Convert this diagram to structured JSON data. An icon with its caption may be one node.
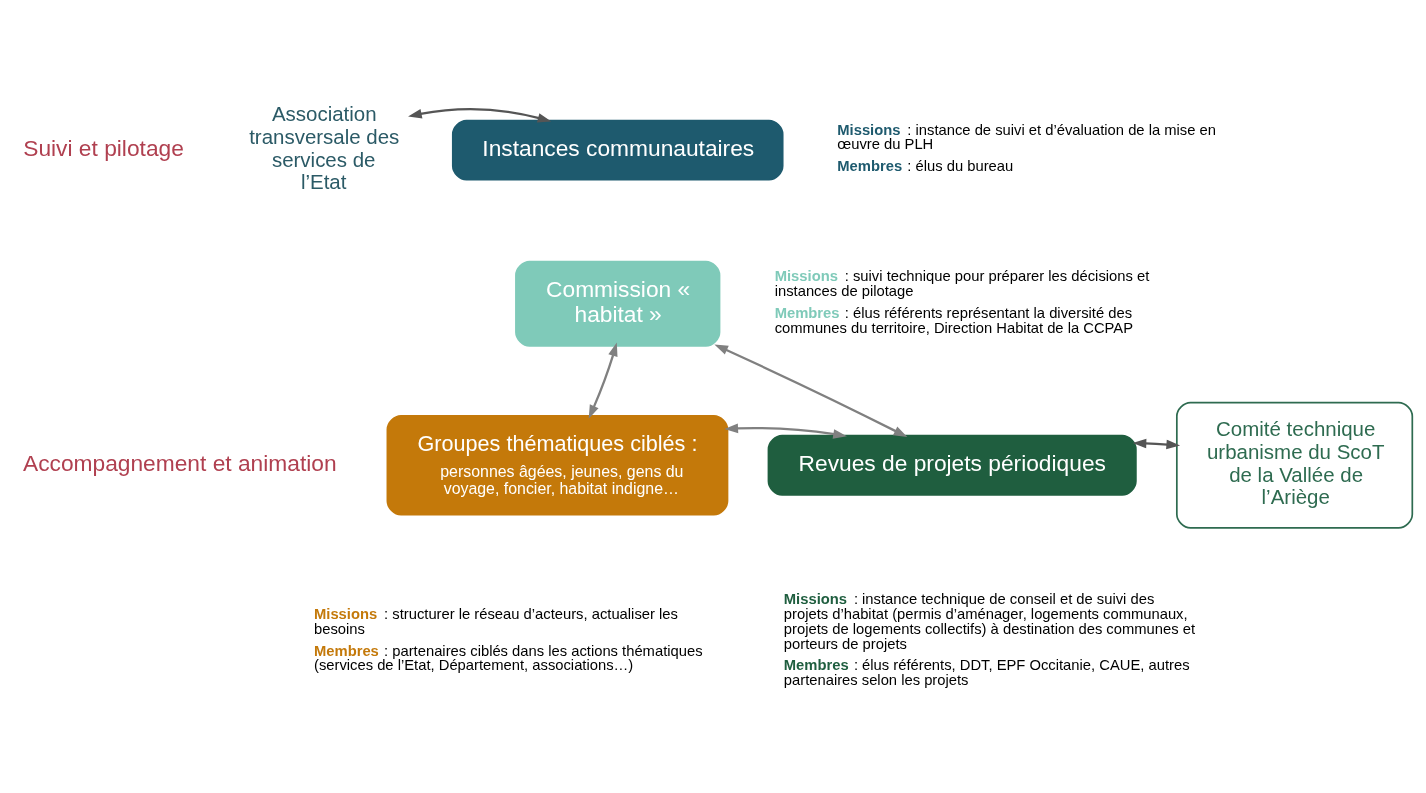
{
  "diagram": {
    "nodes": [
      {
        "text": [
          "Association transversale des services de l’Etat"
        ]
      },
      {
        "text": [
          "Instances communautaires"
        ],
        "beside": [
          "**Missions** : instance de suivi et d’évaluation de la mise en œuvre du PLH",
          "**Membres** : élus du bureau"
        ]
      },
      {
        "text": [
          "Commission « habitat »"
        ],
        "beside": [
          "**Missions** : suivi technique pour préparer les décisions et instances de pilotage",
          "**Membres** : élus référents représentant la diversité des communes du territoire, Direction Habitat de la CCPAP"
        ]
      },
      {
        "text": [
          "Groupes thématiques ciblés :",
          "personnes âgées, jeunes, gens du voyage, foncier, habitat indigne…"
        ],
        "beside": [
          "**Missions** : structurer le réseau d’acteurs, actualiser les besoins",
          "**Membres** : partenaires ciblés dans les actions thématiques (services de l’Etat, Département, associations…)"
        ]
      },
      {
        "text": [
          "Revues de projets périodiques"
        ],
        "beside": [
          "**Missions** : instance technique de conseil et de suivi des projets d’habitat (permis d’aménager, logements communaux, projets de logements collectifs) à destination des communes et porteurs de projets",
          "**Membres** : élus référents, DDT, EPF Occitanie, CAUE, autres partenaires selon les projets"
        ]
      },
      {
        "text": [
          "Comité technique urbanisme du ScoT de la Vallée de l’Ariège"
        ]
      }
    ],
    "edges": [
      {
        "from": 0,
        "to": 1,
        "arrow": "both"
      },
      {
        "from": 3,
        "to": 2,
        "arrow": "both",
        "color": "#808080"
      },
      {
        "from": 4,
        "to": 2,
        "arrow": "both",
        "color": "#808080"
      },
      {
        "from": 3,
        "to": 4,
        "arrow": "both",
        "color": "#808080"
      },
      {
        "from": 4,
        "to": 5,
        "arrow": "both"
      }
    ],
    "labels": [
      "Suivi et pilotage",
      "Accompagnement et animation"
    ]
  }
}
